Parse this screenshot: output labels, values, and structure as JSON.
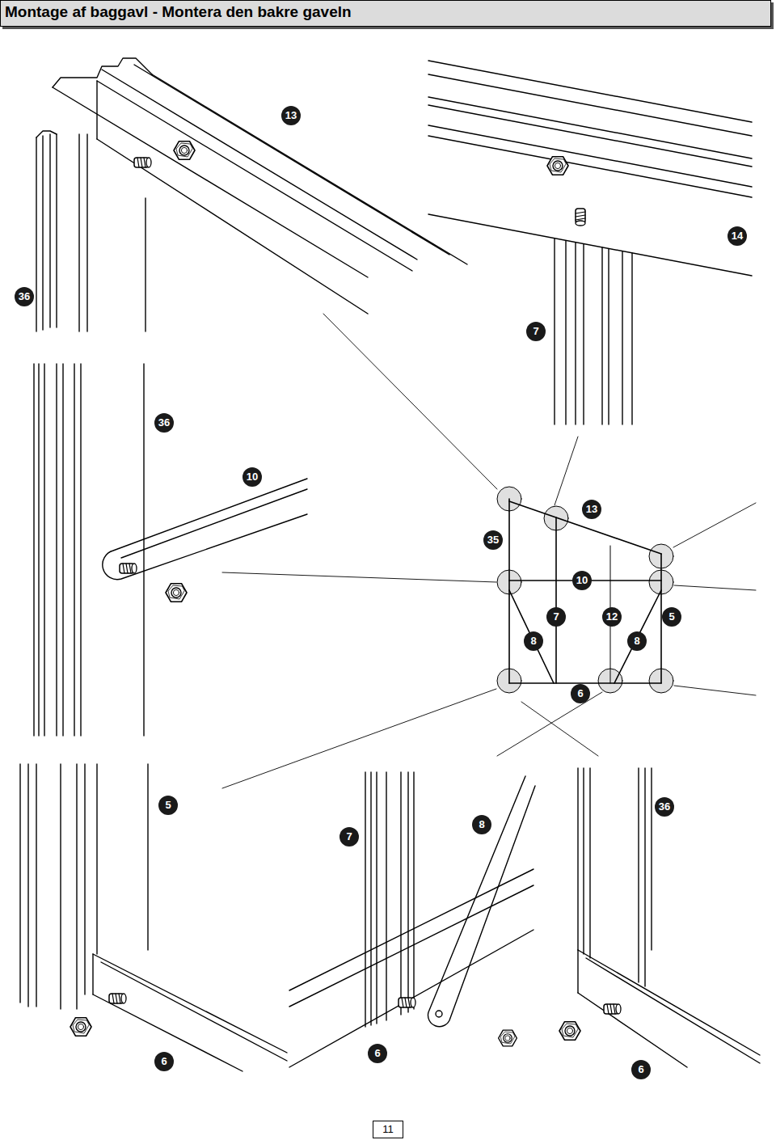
{
  "diagram": {
    "title": "Montage af baggavl - Montera den bakre gaveln",
    "labels": [
      "13",
      "14",
      "36",
      "7",
      "36",
      "10",
      "13",
      "35",
      "10",
      "7",
      "12",
      "5",
      "8",
      "8",
      "6",
      "5",
      "36",
      "8",
      "7",
      "6",
      "6",
      "6",
      "11"
    ]
  }
}
